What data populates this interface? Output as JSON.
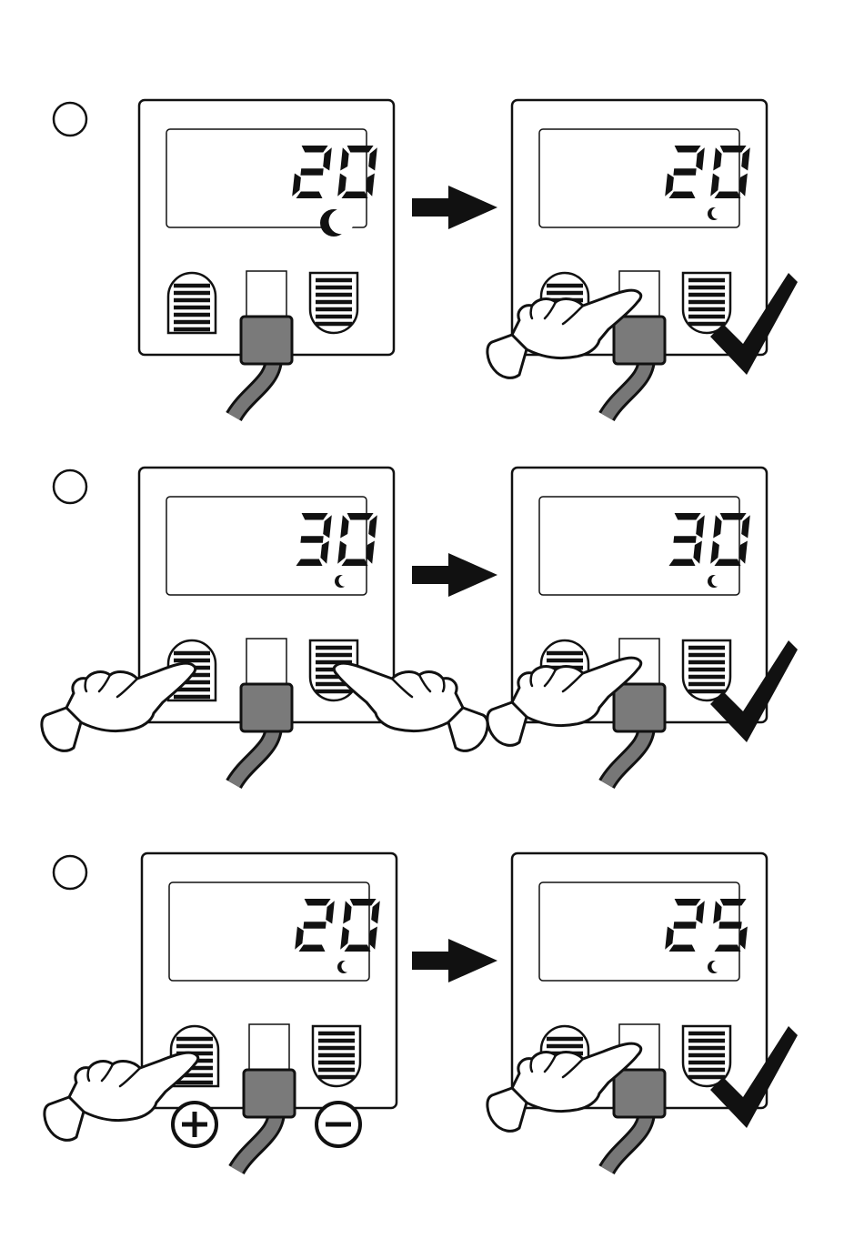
{
  "steps": [
    {
      "before": {
        "display": "20",
        "moon_large": true,
        "press": "none"
      },
      "after": {
        "display": "20",
        "moon_large": false,
        "press": "center",
        "check": true
      }
    },
    {
      "before": {
        "display": "30",
        "moon_large": false,
        "press": "both"
      },
      "after": {
        "display": "30",
        "moon_large": false,
        "press": "center",
        "check": true
      }
    },
    {
      "before": {
        "display": "20",
        "moon_large": false,
        "press": "plus",
        "show_plus_minus": true
      },
      "after": {
        "display": "25",
        "moon_large": false,
        "press": "center",
        "check": true
      }
    }
  ],
  "colors": {
    "ink": "#111111",
    "cable": "#777777",
    "plug": "#7a7a7a",
    "bg": "#ffffff"
  },
  "icons": [
    "step-circle-icon",
    "arrow-right-icon",
    "moon-icon",
    "hand-icon",
    "check-icon",
    "plus-icon",
    "minus-icon"
  ]
}
